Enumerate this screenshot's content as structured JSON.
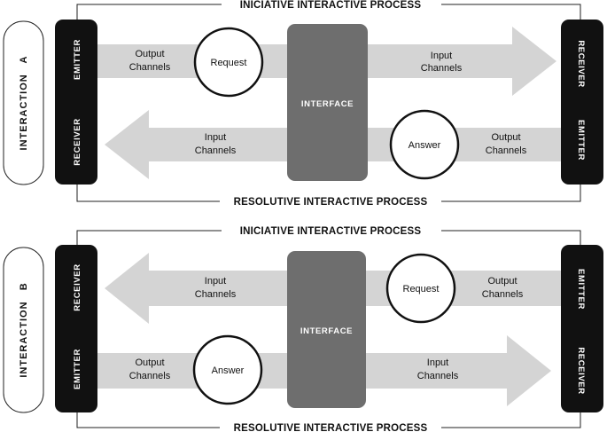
{
  "panel_a": {
    "side_label": "INTERACTION   A",
    "top_process": "INICIATIVE INTERACTIVE PROCESS",
    "bottom_process": "RESOLUTIVE INTERACTIVE PROCESS",
    "left_top": "EMITTER",
    "left_bottom": "RECEIVER",
    "right_top": "RECEIVER",
    "right_bottom": "EMITTER",
    "interface": "INTERFACE",
    "top_left_line1": "Output",
    "top_left_line2": "Channels",
    "top_circle": "Request",
    "top_right_line1": "Input",
    "top_right_line2": "Channels",
    "bottom_left_line1": "Input",
    "bottom_left_line2": "Channels",
    "bottom_circle": "Answer",
    "bottom_right_line1": "Output",
    "bottom_right_line2": "Channels"
  },
  "panel_b": {
    "side_label": "INTERACTION   B",
    "top_process": "INICIATIVE INTERACTIVE PROCESS",
    "bottom_process": "RESOLUTIVE INTERACTIVE PROCESS",
    "left_top": "RECEIVER",
    "left_bottom": "EMITTER",
    "right_top": "EMITTER",
    "right_bottom": "RECEIVER",
    "interface": "INTERFACE",
    "top_left_line1": "Input",
    "top_left_line2": "Channels",
    "top_circle": "Request",
    "top_right_line1": "Output",
    "top_right_line2": "Channels",
    "bottom_left_line1": "Output",
    "bottom_left_line2": "Channels",
    "bottom_circle": "Answer",
    "bottom_right_line1": "Input",
    "bottom_right_line2": "Channels"
  }
}
